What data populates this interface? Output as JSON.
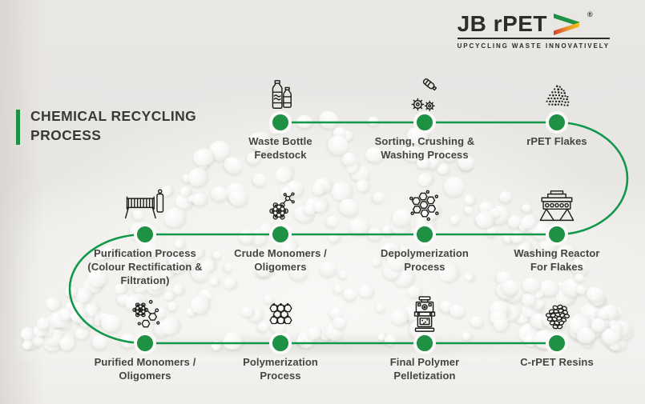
{
  "title": {
    "text": "CHEMICAL RECYCLING\nPROCESS"
  },
  "logo": {
    "name": "JB rPET",
    "registered_mark": "®",
    "tagline": "UPCYCLING WASTE INNOVATIVELY"
  },
  "palette": {
    "green": "#1f9145",
    "line_green": "#12984a",
    "logo_arrow_green": "#1e9144",
    "logo_arrow_red": "#d93b35",
    "logo_arrow_yellow": "#f2c11f",
    "text_dark": "#3a3935",
    "label_text": "#454440",
    "bg_top": "#e9e7e4",
    "bg_bottom": "#f3f2f0"
  },
  "flow": {
    "nodes": [
      {
        "id": "waste-bottle-feedstock",
        "label": "Waste Bottle\nFeedstock",
        "icon": "bottles-icon",
        "row": 1
      },
      {
        "id": "sorting-crushing-washing",
        "label": "Sorting, Crushing &\nWashing Process",
        "icon": "crusher-gears-icon",
        "row": 1
      },
      {
        "id": "rpet-flakes",
        "label": "rPET Flakes",
        "icon": "flakes-pile-icon",
        "row": 1
      },
      {
        "id": "washing-reactor",
        "label": "Washing Reactor\nFor Flakes",
        "icon": "reactor-machine-icon",
        "row": 2
      },
      {
        "id": "depolymerization",
        "label": "Depolymerization\nProcess",
        "icon": "hexagon-cluster-icon",
        "row": 2
      },
      {
        "id": "crude-monomers",
        "label": "Crude Monomers /\nOligomers",
        "icon": "molecule-icon",
        "row": 2
      },
      {
        "id": "purification",
        "label": "Purification Process\n(Colour Rectification &\nFiltration)",
        "icon": "filter-machine-icon",
        "row": 2
      },
      {
        "id": "purified-monomers",
        "label": "Purified Monomers /\nOligomers",
        "icon": "purified-molecule-icon",
        "row": 3
      },
      {
        "id": "polymerization",
        "label": "Polymerization\nProcess",
        "icon": "polymer-lattice-icon",
        "row": 3
      },
      {
        "id": "final-pelletization",
        "label": "Final Polymer\nPelletization",
        "icon": "pelletizer-machine-icon",
        "row": 3
      },
      {
        "id": "c-rpet-resins",
        "label": "C-rPET Resins",
        "icon": "resin-pellets-icon",
        "row": 3
      }
    ]
  }
}
